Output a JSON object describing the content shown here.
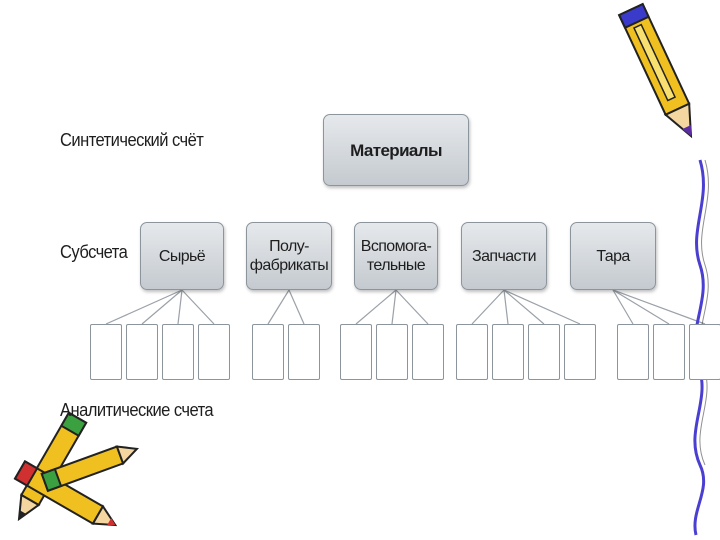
{
  "labels": {
    "synthetic": "Синтетический счёт",
    "sub": "Субсчета",
    "analytic": "Аналитические счета"
  },
  "root": {
    "label": "Материалы"
  },
  "subaccounts": [
    {
      "label": "Сырьё",
      "leaf_count": 4
    },
    {
      "label": "Полу-\nфабрикаты",
      "leaf_count": 2
    },
    {
      "label": "Вспомога-\nтельные",
      "leaf_count": 3
    },
    {
      "label": "Запчасти",
      "leaf_count": 4
    },
    {
      "label": "Тара",
      "leaf_count": 3
    }
  ],
  "decor": {
    "pencil_icon": "pencil-icon",
    "pencils_icon": "pencils-icon",
    "colors": {
      "box_border": "#8c949c",
      "box_fill": "#d4d9dd",
      "ribbon": "#4a3fd0",
      "pencil_body": "#f0c020"
    }
  }
}
